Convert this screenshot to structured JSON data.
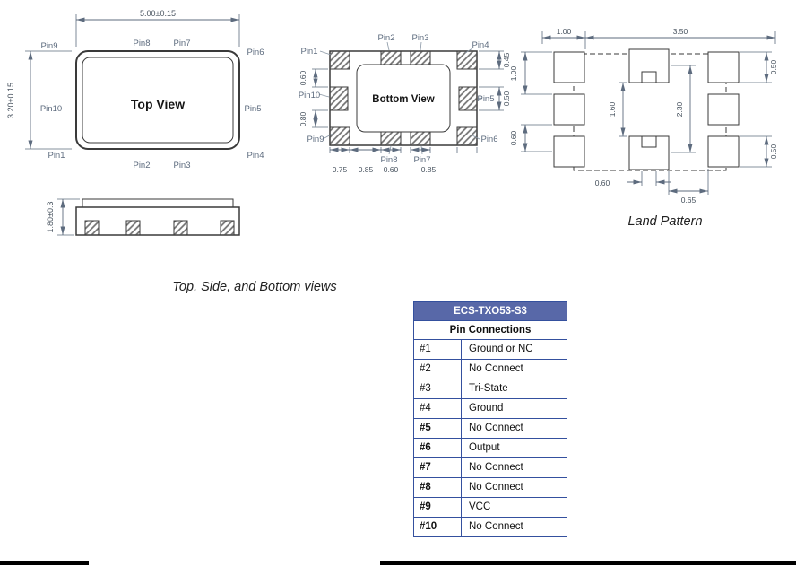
{
  "captions": {
    "views_caption": "Top, Side, and Bottom views",
    "land_caption": "Land Pattern"
  },
  "pins": {
    "p1": "Pin1",
    "p2": "Pin2",
    "p3": "Pin3",
    "p4": "Pin4",
    "p5": "Pin5",
    "p6": "Pin6",
    "p7": "Pin7",
    "p8": "Pin8",
    "p9": "Pin9",
    "p10": "Pin10"
  },
  "top_view": {
    "title": "Top View",
    "dim_width": "5.00±0.15",
    "dim_height": "3.20±0.15"
  },
  "side_view": {
    "dim_height": "1.80±0.3"
  },
  "bottom_view": {
    "title": "Bottom View",
    "dims": {
      "left_upper": "0.60",
      "left_lower": "0.80",
      "right_upper": "0.45",
      "right_mid": "0.50",
      "bottom_a": "0.75",
      "bottom_b": "0.85",
      "bottom_c": "0.60",
      "bottom_d": "0.85"
    }
  },
  "land_pattern": {
    "dims": {
      "top_a": "1.00",
      "top_b": "3.50",
      "top_right": "0.50",
      "left_upper": "1.00",
      "left_lower": "0.60",
      "inner_a": "1.60",
      "inner_b": "2.30",
      "right_lower": "0.50",
      "bottom_a": "0.60",
      "bottom_b": "0.65"
    }
  },
  "pin_table": {
    "title": "ECS-TXO53-S3",
    "header": "Pin Connections",
    "rows": [
      {
        "pin": "#1",
        "connection": "Ground or NC"
      },
      {
        "pin": "#2",
        "connection": "No Connect"
      },
      {
        "pin": "#3",
        "connection": "Tri-State"
      },
      {
        "pin": "#4",
        "connection": "Ground"
      },
      {
        "pin": "#5",
        "connection": "No Connect"
      },
      {
        "pin": "#6",
        "connection": "Output"
      },
      {
        "pin": "#7",
        "connection": "No Connect"
      },
      {
        "pin": "#8",
        "connection": "No Connect"
      },
      {
        "pin": "#9",
        "connection": "VCC"
      },
      {
        "pin": "#10",
        "connection": "No Connect"
      }
    ]
  },
  "colors": {
    "table_header_bg": "#5868a8",
    "table_border": "#34509e",
    "drawing_line": "#3a3a3a",
    "dimension_text": "#47525e",
    "pin_label_text": "#5d6b7e"
  }
}
